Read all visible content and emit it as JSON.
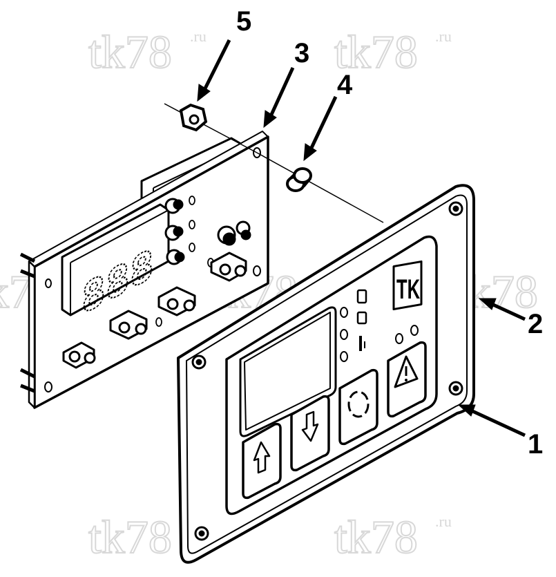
{
  "watermark": {
    "text": "tk78",
    "suffix": ".ru"
  },
  "callouts": {
    "c1": "1",
    "c2": "2",
    "c3": "3",
    "c4": "4",
    "c5": "5"
  },
  "display_digits": "888",
  "logo_letters": "TK",
  "colors": {
    "line": "#000000",
    "background": "#ffffff",
    "watermark": "#d8d8d8"
  }
}
